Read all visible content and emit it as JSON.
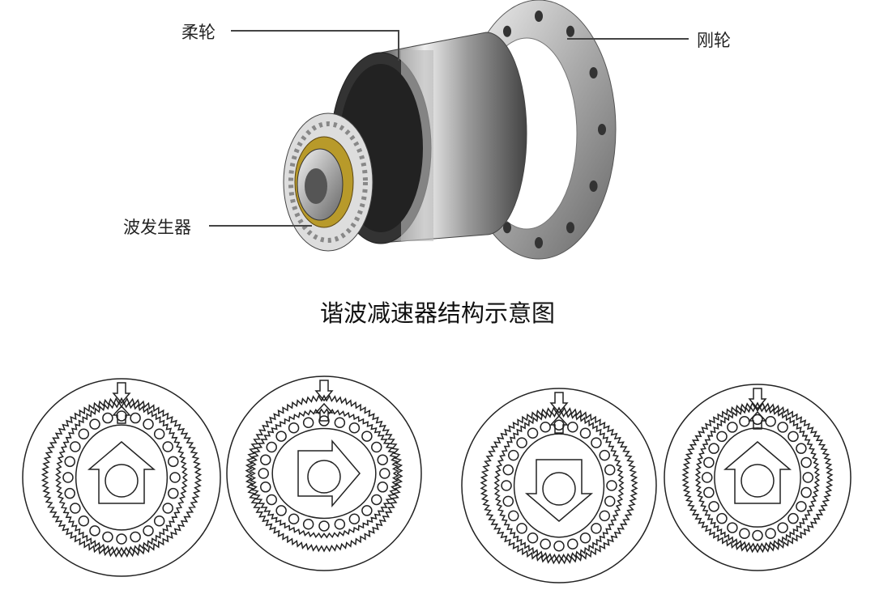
{
  "labels": {
    "flexspline": "柔轮",
    "circular_spline": "刚轮",
    "wave_generator": "波发生器"
  },
  "title": "谐波减速器结构示意图",
  "stages": [
    {
      "arrow": "up"
    },
    {
      "arrow": "right"
    },
    {
      "arrow": "down"
    },
    {
      "arrow": "up"
    }
  ]
}
